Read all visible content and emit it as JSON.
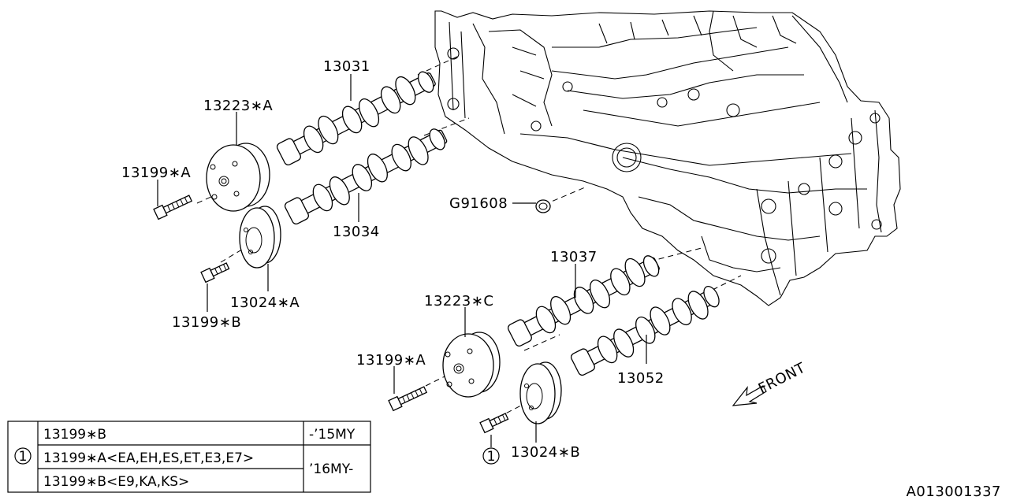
{
  "diagram_id": "A013001337",
  "callouts": {
    "camshaft_intake_lh": "13031",
    "camshaft_exhaust_lh": "13034",
    "camshaft_intake_rh": "13037",
    "camshaft_exhaust_rh": "13052",
    "sprocket_avcs_a": "13223∗A",
    "sprocket_avcs_c": "13223∗C",
    "sprocket_exh_a": "13024∗A",
    "sprocket_exh_b": "13024∗B",
    "bolt_upper": "13199∗A",
    "bolt_lower_left": "13199∗B",
    "bolt_right": "13199∗A",
    "oring": "G91608",
    "marker_bolt": "1"
  },
  "front_label": "FRONT",
  "table": {
    "marker": "1",
    "rows": [
      {
        "part": "13199∗B",
        "applicability": "-’15MY"
      },
      {
        "part": "13199∗A<EA,EH,ES,ET,E3,E7>",
        "applicability": "’16MY-"
      },
      {
        "part": "13199∗B<E9,KA,KS>"
      }
    ]
  }
}
